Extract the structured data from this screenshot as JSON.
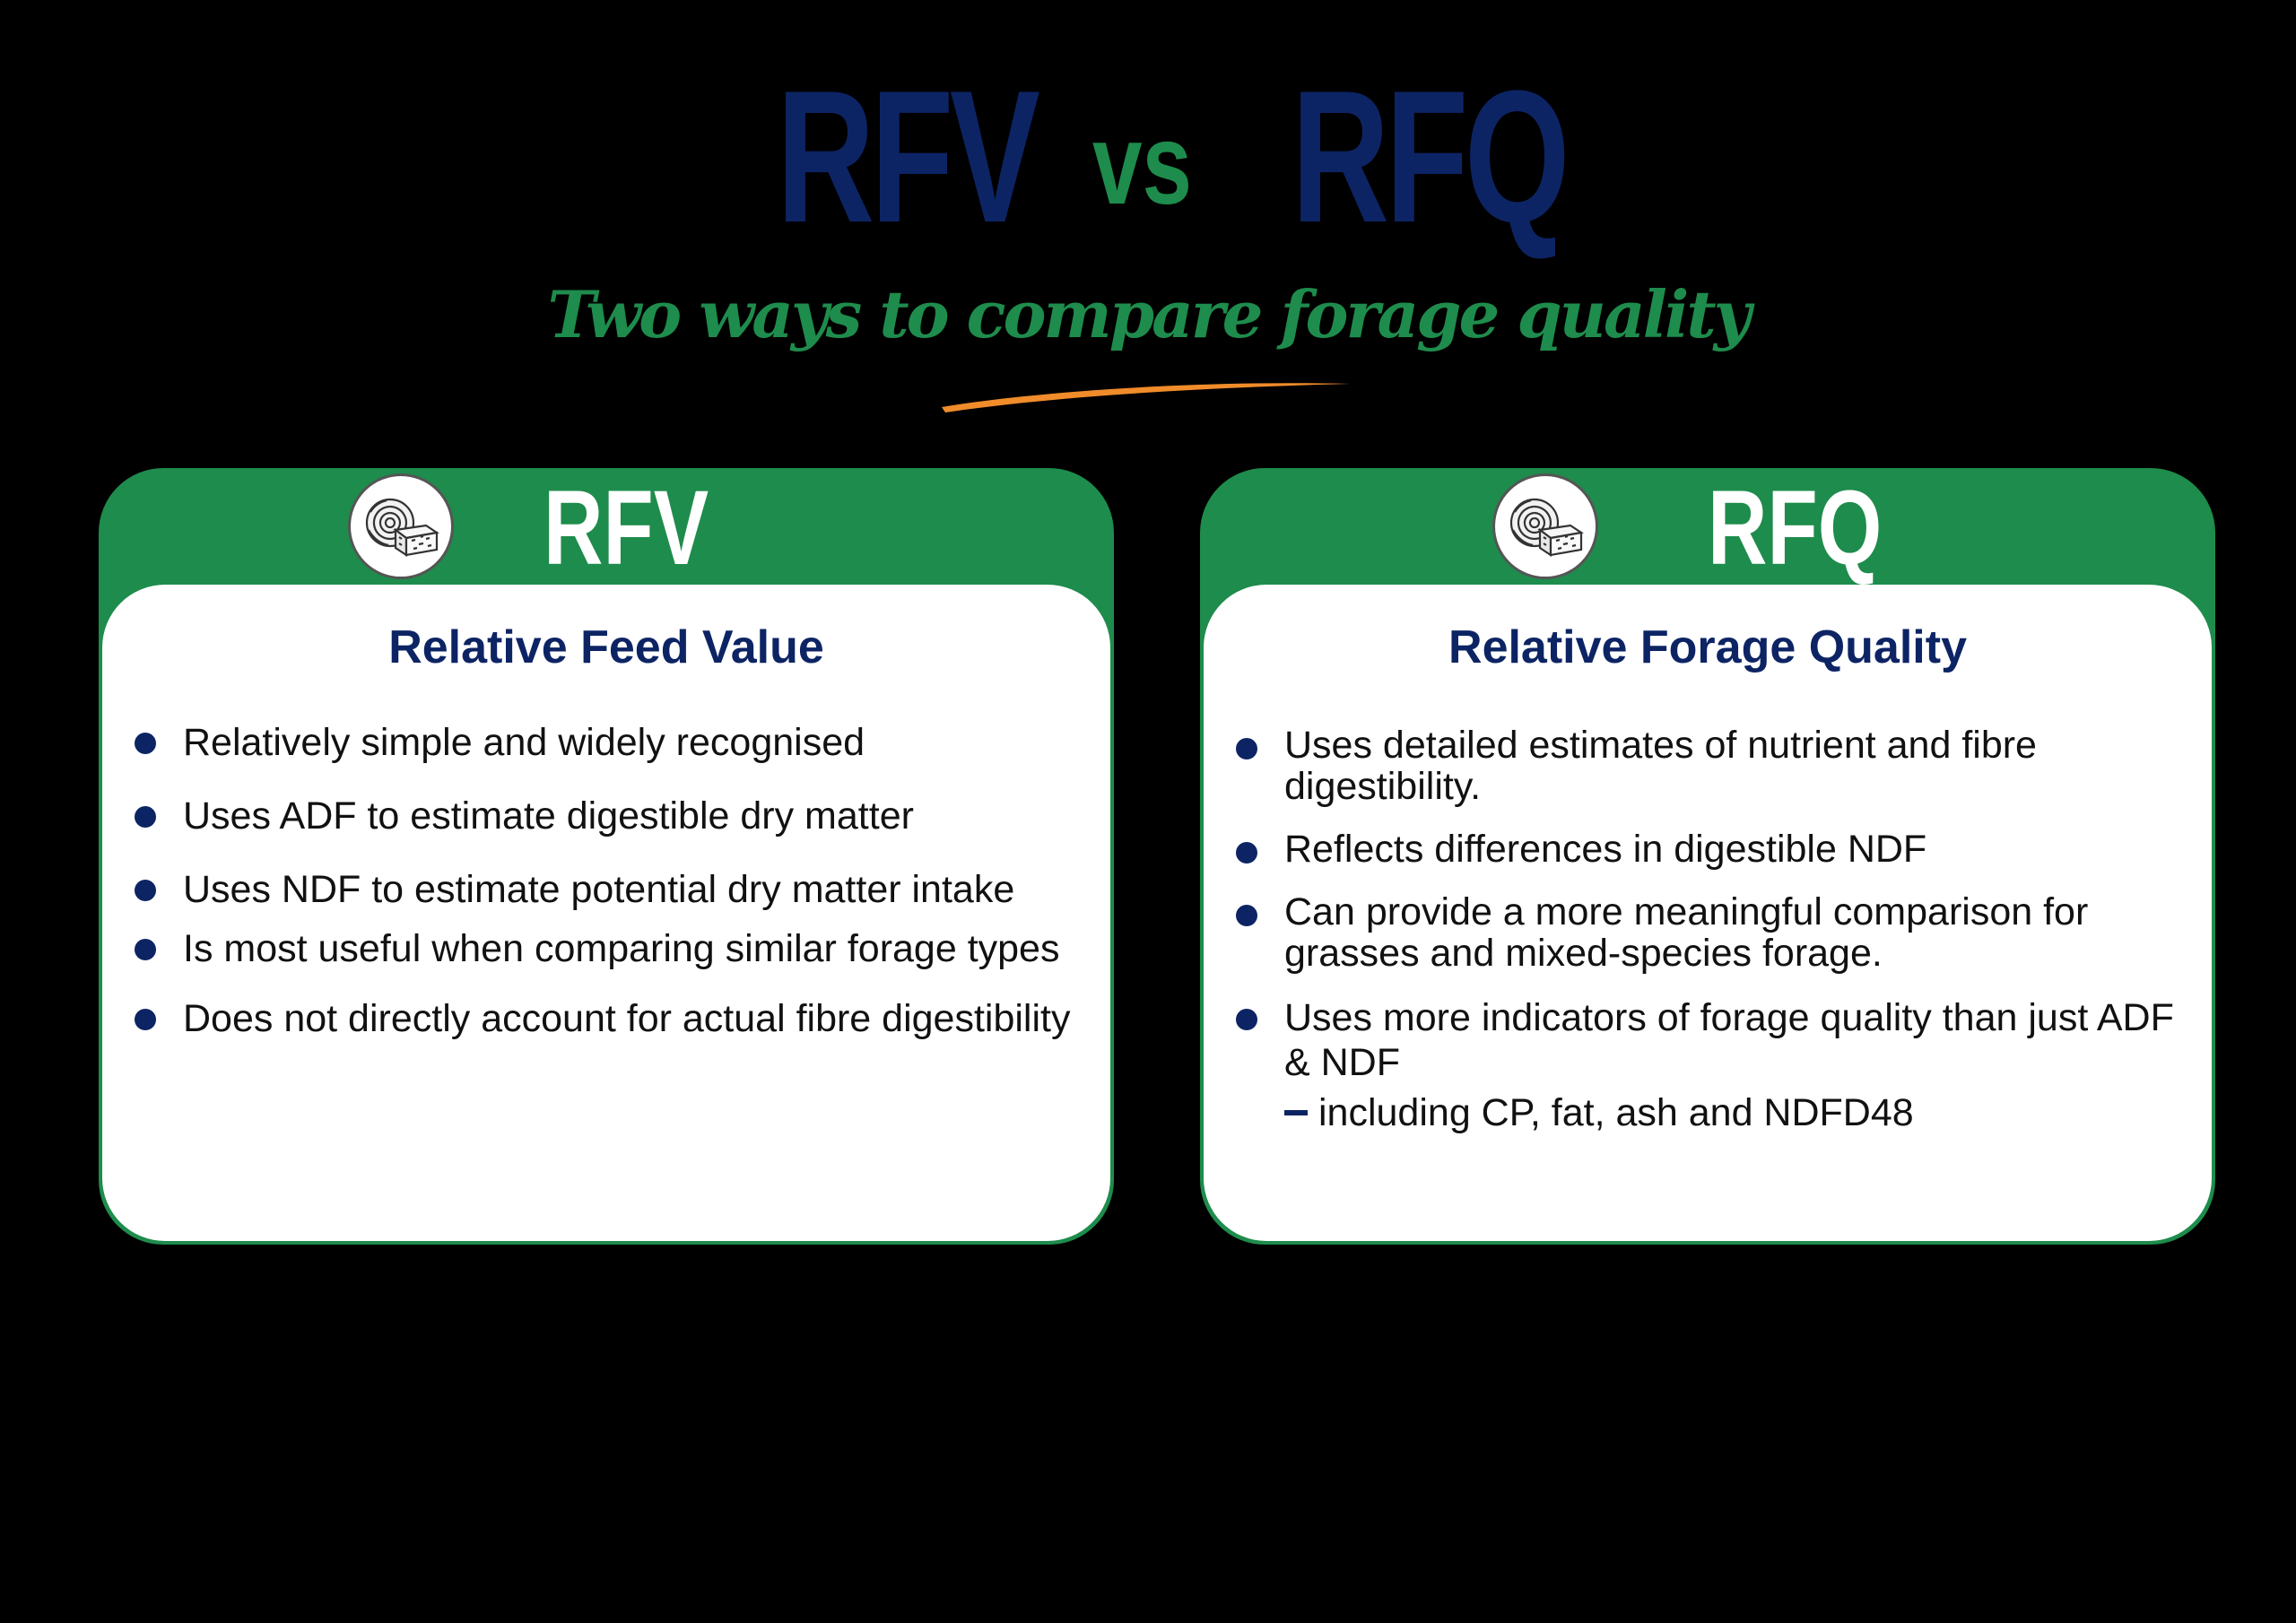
{
  "header": {
    "left_term": "RFV",
    "versus": "vs",
    "right_term": "RFQ",
    "tagline": "Two ways to compare forage quality"
  },
  "colors": {
    "navy": "#0d2464",
    "green": "#1e8c4c",
    "orange": "#f08c2a",
    "background": "#000000"
  },
  "cards": [
    {
      "label": "RFV",
      "icon": "hay-bale-icon",
      "subtitle": "Relative Feed Value",
      "bullets": [
        "Relatively simple and widely recognised",
        "Uses ADF to estimate digestible dry matter",
        "Uses NDF to estimate potential dry matter intake",
        "Is most useful when comparing similar forage types",
        "Does not directly account for actual fibre digestibility"
      ]
    },
    {
      "label": "RFQ",
      "icon": "hay-bale-icon",
      "subtitle": "Relative Forage Quality",
      "bullets": [
        "Uses detailed estimates of nutrient and fibre digestibility.",
        "Reflects differences in digestible NDF",
        "Can provide a more meaningful comparison for grasses and mixed-species forage.",
        "Uses more indicators of forage quality than just ADF & NDF"
      ],
      "sub_bullet": "including CP, fat, ash and NDFD48"
    }
  ]
}
